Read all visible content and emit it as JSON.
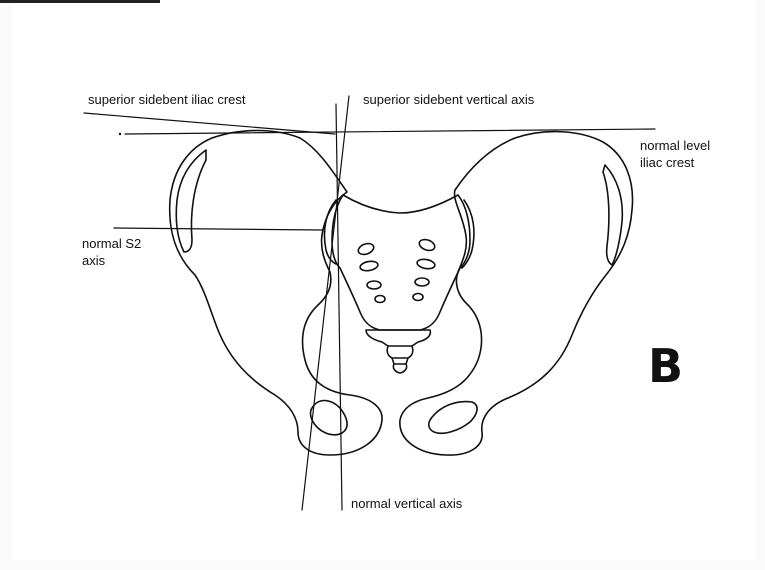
{
  "labels": {
    "superior_sidebent_iliac_crest": "superior sidebent iliac crest",
    "superior_sidebent_vertical_axis": "superior sidebent vertical axis",
    "normal_level_iliac_crest_line1": "normal level",
    "normal_level_iliac_crest_line2": "iliac crest",
    "normal_s2_axis_line1": "normal S2",
    "normal_s2_axis_line2": "axis",
    "normal_vertical_axis": "normal vertical axis",
    "panel_letter": "B"
  },
  "colors": {
    "line": "#111111",
    "background": "#ffffff"
  }
}
